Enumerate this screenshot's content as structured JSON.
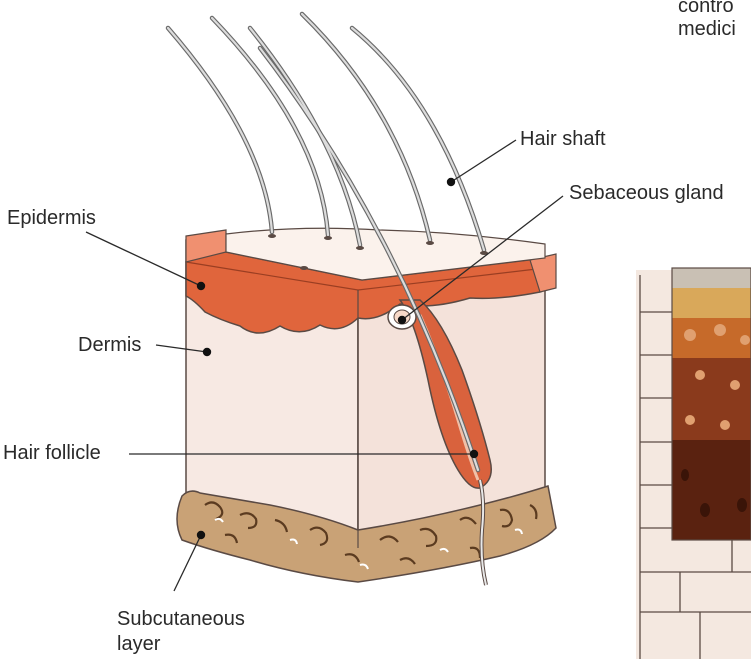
{
  "top_text": {
    "line1": "contro",
    "line2": "medici"
  },
  "labels": {
    "hair_shaft": "Hair shaft",
    "sebaceous_gland": "Sebaceous gland",
    "epidermis": "Epidermis",
    "dermis": "Dermis",
    "hair_follicle": "Hair follicle",
    "subcutaneous_1": "Subcutaneous",
    "subcutaneous_2": "layer"
  },
  "colors": {
    "epidermis": "#e0653c",
    "dermis": "#f8ece6",
    "subcutaneous": "#c9a276",
    "hair": "#b8b8b8",
    "outline": "#5a4a44"
  }
}
